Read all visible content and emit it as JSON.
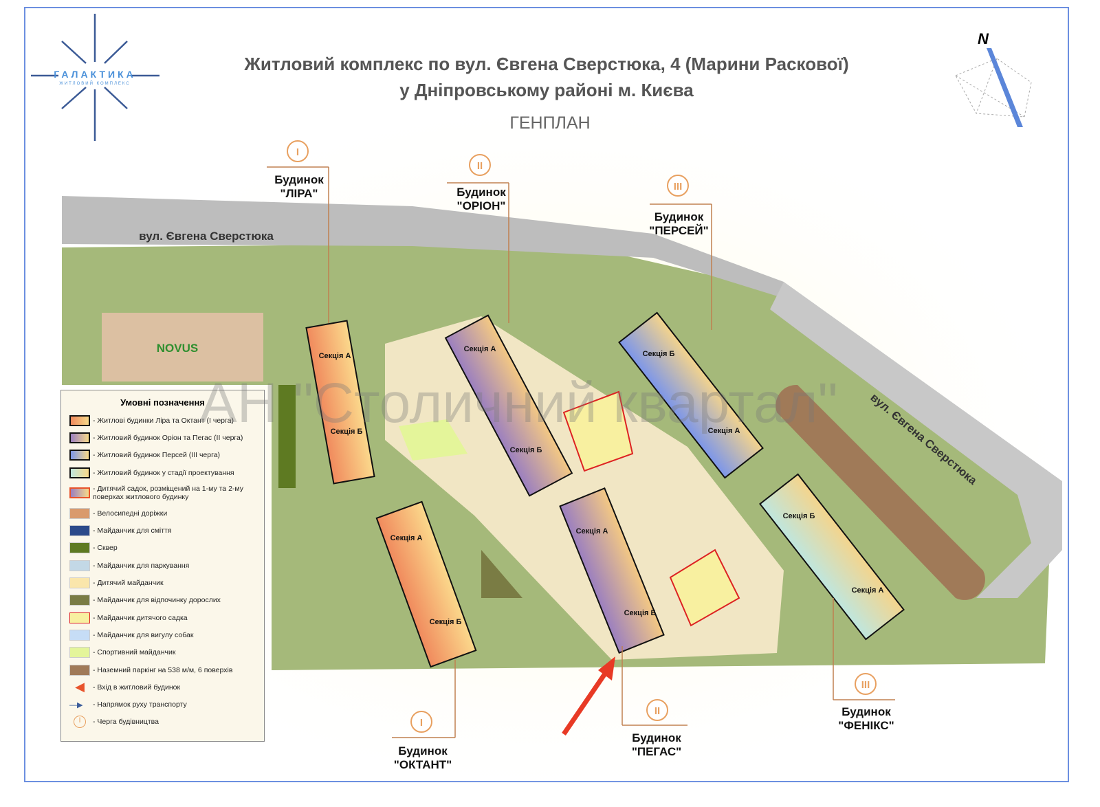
{
  "logo": {
    "name": "ГАЛАКТИКА",
    "tagline": "ЖИТЛОВИЙ КОМПЛЕКС"
  },
  "title": {
    "line1": "Житловий комплекс по вул. Євгена Сверстюка, 4 (Марини Раскової)",
    "line2": "у Дніпровському районі м. Києва",
    "subtitle": "ГЕНПЛАН"
  },
  "compass": {
    "label": "N"
  },
  "streets": {
    "top": "вул. Євгена Сверстюка",
    "right": "вул. Євгена Сверстюка"
  },
  "store": "NOVUS",
  "watermark": "АН \"Столичний квартал\"",
  "buildings": [
    {
      "queue": "I",
      "label1": "Будинок",
      "label2": "\"ЛІРА\"",
      "sections": [
        "Секція А",
        "Секція Б"
      ],
      "color": "#f08a5d"
    },
    {
      "queue": "II",
      "label1": "Будинок",
      "label2": "\"ОРІОН\"",
      "sections": [
        "Секція А",
        "Секція Б"
      ],
      "color": "#9b7fc0"
    },
    {
      "queue": "III",
      "label1": "Будинок",
      "label2": "\"ПЕРСЕЙ\"",
      "sections": [
        "Секція Б",
        "Секція А"
      ],
      "color": "#7c96ea"
    },
    {
      "queue": "III",
      "label1": "Будинок",
      "label2": "\"ФЕНІКС\"",
      "sections": [
        "Секція Б",
        "Секція А"
      ],
      "color": "#bfe6de"
    },
    {
      "queue": "I",
      "label1": "Будинок",
      "label2": "\"ОКТАНТ\"",
      "sections": [
        "Секція А",
        "Секція Б"
      ],
      "color": "#f08a5d"
    },
    {
      "queue": "II",
      "label1": "Будинок",
      "label2": "\"ПЕГАС\"",
      "sections": [
        "Секція А",
        "Секція Б"
      ],
      "color": "#9b7fc0"
    }
  ],
  "legend": {
    "title": "Умовні позначення",
    "items": [
      {
        "text": "- Житлові будинки  Ліра та Октант (I черга)",
        "color": "#f08a5d"
      },
      {
        "text": "- Житловий будинок Оріон та Пегас (II черга)",
        "color": "#9b7fc0"
      },
      {
        "text": "- Житловий будинок Персей (III черга)",
        "color": "#7c96ea"
      },
      {
        "text": "- Житловий будинок у стадії проектування",
        "color": "#bfe6de"
      },
      {
        "text": "- Дитячий садок, розміщений на 1-му та 2-му поверхах житлового будинку",
        "color": "#9b7fc0"
      },
      {
        "text": "- Велосипедні доріжки",
        "color": "#d99a6c"
      },
      {
        "text": "- Майданчик для сміття",
        "color": "#2c4a8a"
      },
      {
        "text": "- Сквер",
        "color": "#5e7a22"
      },
      {
        "text": "- Майданчик для паркування",
        "color": "#c3d8e6"
      },
      {
        "text": "- Дитячий майданчик",
        "color": "#fae6ab"
      },
      {
        "text": "- Майданчик для відпочинку дорослих",
        "color": "#7a7c44"
      },
      {
        "text": "- Майданчик дитячого садка",
        "color": "#f8f0a0"
      },
      {
        "text": "- Майданчик для вигулу собак",
        "color": "#c6ddf6"
      },
      {
        "text": "- Спортивний майданчик",
        "color": "#e4f59a"
      },
      {
        "text": "- Наземний паркінг на 538 м/м, 6 поверхів",
        "color": "#a07a58"
      },
      {
        "text": "- Вхід в житловий будинок",
        "color": "#e8532b"
      },
      {
        "text": "- Напрямок руху транспорту",
        "color": "#3a5c9a"
      },
      {
        "text": "- Черга будівництва",
        "color": "#e8a060"
      }
    ]
  }
}
